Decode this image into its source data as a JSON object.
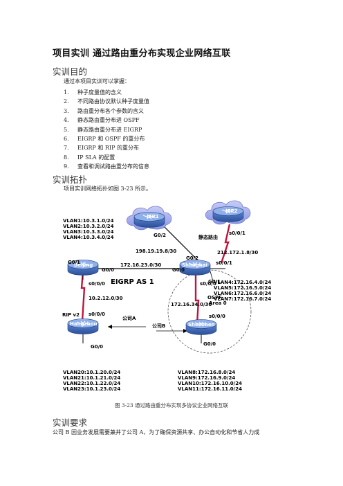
{
  "doc": {
    "title": "项目实训 通过路由重分布实现企业网络互联",
    "sec_objectives": "实训目的",
    "intro": "通过本项目实训可以掌握：",
    "objectives": [
      {
        "num": "1.",
        "text": "种子度量值的含义"
      },
      {
        "num": "2.",
        "text": "不同路由协议默认种子度量值"
      },
      {
        "num": "3.",
        "text": "路由重分布各个参数的含义"
      },
      {
        "num": "4.",
        "text": "静态路由重分布进 OSPF"
      },
      {
        "num": "5.",
        "text": "静态路由重分布进 EIGRP"
      },
      {
        "num": "6.",
        "text": "EIGRP 和 OSPF 的重分布"
      },
      {
        "num": "7.",
        "text": "EIGRP 和 RIP 的重分布"
      },
      {
        "num": "8.",
        "text": "IP SLA 的配置"
      },
      {
        "num": "9.",
        "text": "查看和调试路由重分布的信息"
      }
    ],
    "sec_topology": "实训拓扑",
    "topo_intro": "项目实训网络拓扑如图 3-23 所示。",
    "caption": "图 3-23 通过路由重分布实现多协议企业网络互联",
    "sec_requirements": "实训要求",
    "req_text": "公司 B 因业务发展需要兼并了公司 A，为了确保资源共享、办公自动化和节省人力成"
  },
  "diagram": {
    "routers": {
      "isp1": "ISP1",
      "isp2": "ISP2",
      "beijing": "Beijing",
      "shanghai": "Shanghai",
      "hangzhou": "Hangzhou",
      "shenzhen": "Shenzhen"
    },
    "vlans_beijing": [
      "VLAN1:10.3.1.0/24",
      "VLAN2:10.3.2.0/24",
      "VLAN3:10.3.3.0/24",
      "VLAN4:10.3.4.0/24"
    ],
    "vlans_shanghai": [
      "VLAN4:172.16.4.0/24",
      "VLAN5:172.16.5.0/24",
      "VLAN6:172.16.6.0/24",
      "VLAN7:172.16.7.0/24"
    ],
    "vlans_hangzhou": [
      "VLAN20:10.1.20.0/24",
      "VLAN21:10.1.21.0/24",
      "VLAN22:10.1.22.0/24",
      "VLAN23:10.1.23.0/24"
    ],
    "vlans_shenzhen": [
      "VLAN8:172.16.8.0/24",
      "VLAN9:172.16.9.0/24",
      "VLAN10:172.16.10.0/24",
      "VLAN11:172.16.11.0/24"
    ],
    "labels": {
      "isp1_if": "G0/2",
      "isp2_if": "s0/0/1",
      "static_route": "静态路由",
      "net_isp1": "198.19.19.8/30",
      "net_isp2": "212.172.1.8/30",
      "sh_g02": "G0/2",
      "sh_s001": "s0/0/1",
      "bj_g01": "G0/1",
      "bj_g00": "G0/0",
      "sh_g00": "G0/0",
      "net_bj_sh": "172.16.23.0/30",
      "eigrp": "EIGRP AS 1",
      "sh_g01": "G0/1",
      "bj_s000": "s0/0/0",
      "net_bj_hz": "10.2.12.0/30",
      "rip": "RIP v2",
      "company_a": "公司A",
      "hz_s000": "s0/0/0",
      "company_b": "公司B",
      "sh_s000": "s0/0/0",
      "ospf": "OSPF",
      "area": "Area 0",
      "net_sh_sz": "172.16.34.0/30",
      "sz_s000": "s0/0/0",
      "hz_g00": "G0/0",
      "sz_g00": "G0/0"
    },
    "colors": {
      "serial_link": "#c0143c",
      "isp_cloud": "#9aa4ec",
      "router_body": "#3f68b8",
      "router_top": "#86a8e6"
    }
  }
}
